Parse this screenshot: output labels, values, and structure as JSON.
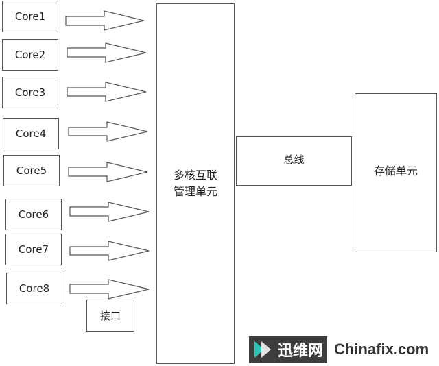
{
  "cores": [
    "Core1",
    "Core2",
    "Core3",
    "Core4",
    "Core5",
    "Core6",
    "Core7",
    "Core8"
  ],
  "interface_label": "接口",
  "multicore_label_line1": "多核互联",
  "multicore_label_line2": "管理单元",
  "bus_label": "总线",
  "storage_label": "存储单元",
  "watermark": {
    "cn": "迅维网",
    "en": "Chinafix.com"
  },
  "colors": {
    "line": "#555555",
    "watermark_bg": "#3d3d3d",
    "watermark_accent": "#2ec4b6"
  }
}
